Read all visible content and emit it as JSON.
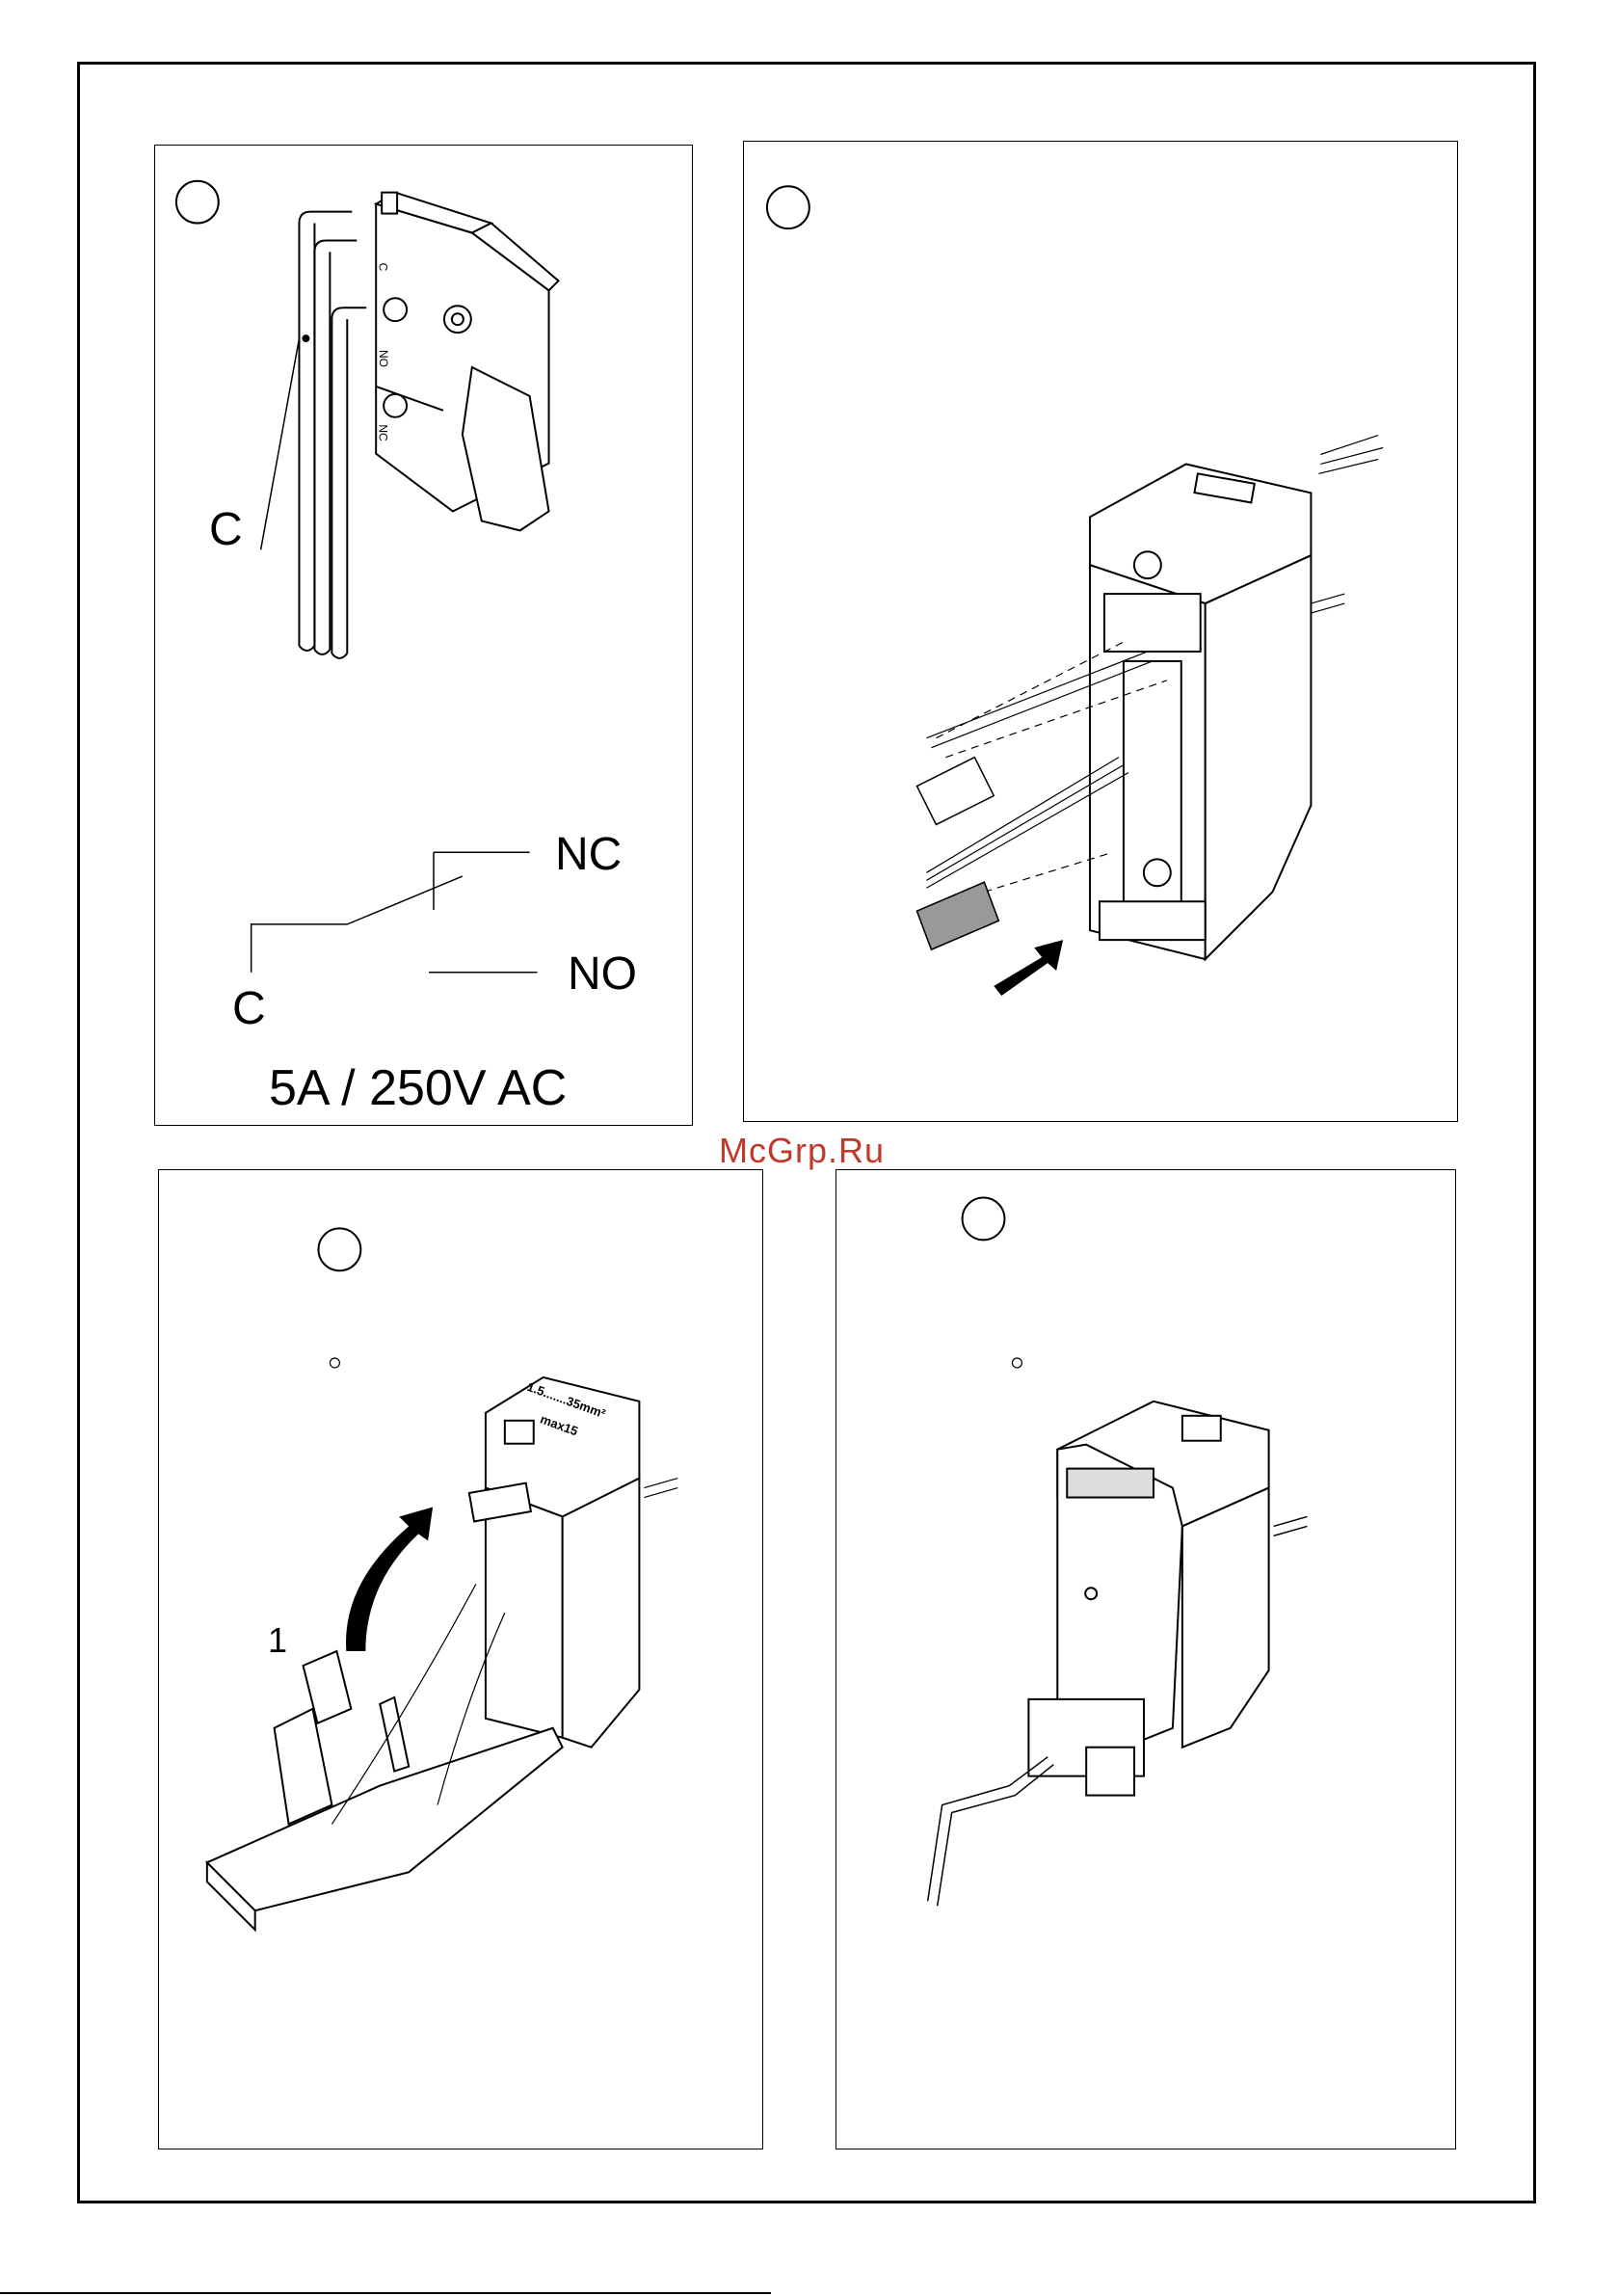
{
  "watermark": "McGrp.Ru",
  "panel1": {
    "label_c_top": "C",
    "label_nc": "NC",
    "label_no": "NO",
    "label_c_bottom": "C",
    "rating": "5A / 250V AC",
    "switch_markings": [
      "C",
      "NO",
      "NC"
    ]
  },
  "panel3": {
    "step_number": "1",
    "part_marking_1": "1.5.......35mm²",
    "part_marking_2": "max15"
  }
}
